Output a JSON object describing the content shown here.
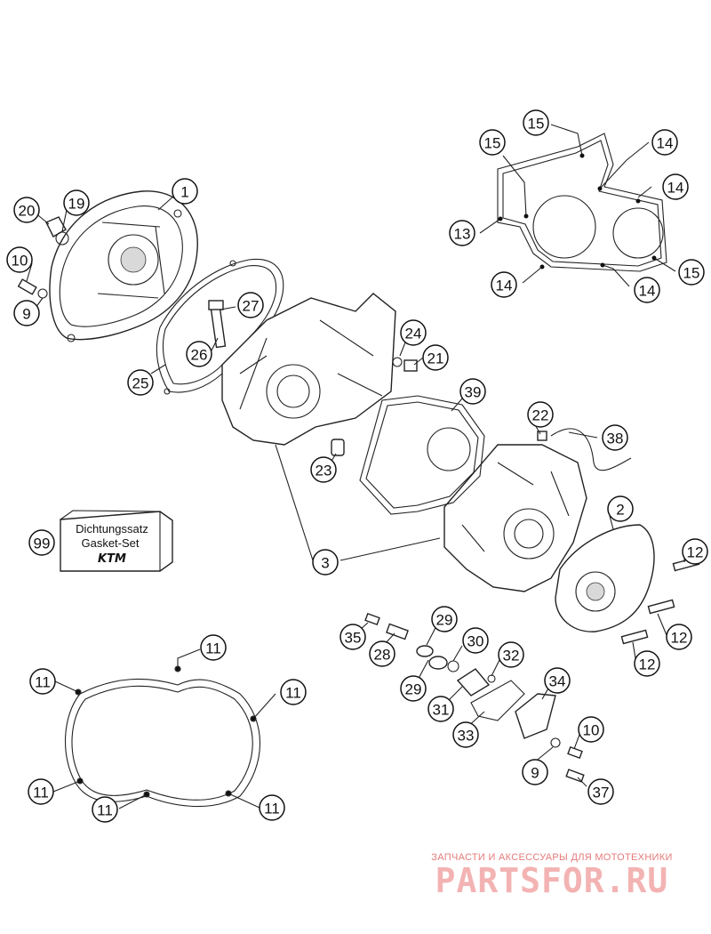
{
  "gasket_set_box": {
    "line1": "Dichtungssatz",
    "line2": "Gasket-Set",
    "brand": "KTM"
  },
  "watermark": {
    "tagline": "ЗАПЧАСТИ И АКСЕССУАРЫ ДЛЯ МОТОТЕХНИКИ",
    "logo": "PARTSFOR.RU"
  },
  "callouts": [
    {
      "label": "1"
    },
    {
      "label": "2"
    },
    {
      "label": "3"
    },
    {
      "label": "9"
    },
    {
      "label": "9"
    },
    {
      "label": "10"
    },
    {
      "label": "10"
    },
    {
      "label": "11"
    },
    {
      "label": "11"
    },
    {
      "label": "11"
    },
    {
      "label": "11"
    },
    {
      "label": "11"
    },
    {
      "label": "11"
    },
    {
      "label": "12"
    },
    {
      "label": "12"
    },
    {
      "label": "12"
    },
    {
      "label": "13"
    },
    {
      "label": "14"
    },
    {
      "label": "14"
    },
    {
      "label": "14"
    },
    {
      "label": "14"
    },
    {
      "label": "15"
    },
    {
      "label": "15"
    },
    {
      "label": "15"
    },
    {
      "label": "19"
    },
    {
      "label": "20"
    },
    {
      "label": "21"
    },
    {
      "label": "22"
    },
    {
      "label": "23"
    },
    {
      "label": "24"
    },
    {
      "label": "25"
    },
    {
      "label": "26"
    },
    {
      "label": "27"
    },
    {
      "label": "28"
    },
    {
      "label": "29"
    },
    {
      "label": "29"
    },
    {
      "label": "30"
    },
    {
      "label": "31"
    },
    {
      "label": "32"
    },
    {
      "label": "33"
    },
    {
      "label": "34"
    },
    {
      "label": "35"
    },
    {
      "label": "37"
    },
    {
      "label": "38"
    },
    {
      "label": "39"
    },
    {
      "label": "99"
    }
  ]
}
